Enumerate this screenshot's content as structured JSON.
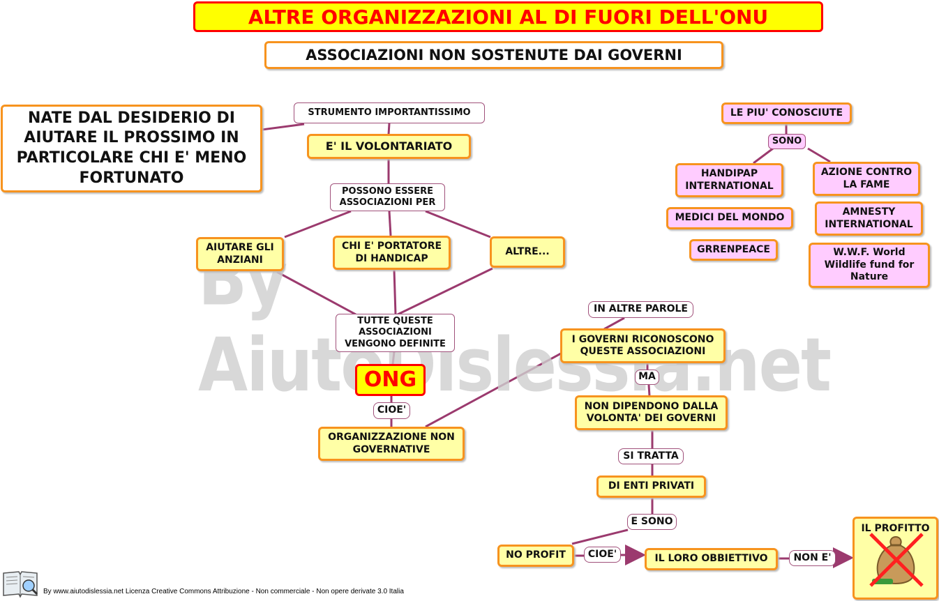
{
  "title": "ALTRE ORGANIZZAZIONI AL DI FUORI DELL'ONU",
  "subtitle": "ASSOCIAZIONI NON SOSTENUTE DAI GOVERNI",
  "nodes": {
    "nate": "NATE DAL DESIDERIO DI AIUTARE IL PROSSIMO IN PARTICOLARE CHI E' MENO FORTUNATO",
    "strumento": "STRUMENTO IMPORTANTISSIMO",
    "volontariato": "E' IL VOLONTARIATO",
    "possono": "POSSONO ESSERE ASSOCIAZIONI PER",
    "anziani": "AIUTARE GLI ANZIANI",
    "handicap": "CHI E' PORTATORE DI HANDICAP",
    "altre": "ALTRE...",
    "tutte": "TUTTE QUESTE ASSOCIAZIONI VENGONO DEFINITE",
    "ong": "ONG",
    "cioe1": "CIOE'",
    "organizzazione": "ORGANIZZAZIONE NON GOVERNATIVE",
    "altreparole": "IN ALTRE PAROLE",
    "governi": "I GOVERNI  RICONOSCONO QUESTE ASSOCIAZIONI",
    "ma": "MA",
    "nondipendono": "NON DIPENDONO DALLA VOLONTA' DEI GOVERNI",
    "sitratta": "SI TRATTA",
    "enti": "DI ENTI PRIVATI",
    "esono": "E SONO",
    "noprofit": "NO PROFIT",
    "cioe2": "CIOE'",
    "obbiettivo": "IL LORO OBBIETTIVO",
    "none": "NON E'",
    "profitto": "IL PROFITTO",
    "conosciute": "LE PIU' CONOSCIUTE",
    "sono": "SONO",
    "handipap": "HANDIPAP INTERNATIONAL",
    "azione": "AZIONE CONTRO LA FAME",
    "medici": "MEDICI DEL MONDO",
    "amnesty": "AMNESTY INTERNATIONAL",
    "greenpeace": "GRRENPEACE",
    "wwf": "W.W.F. World Wildlife fund for Nature"
  },
  "watermark": "By AiutoDislessia.net",
  "footer": "By www.aiutodislessia.net Licenza Creative Commons Attribuzione - Non commerciale - Non opere derivate 3.0 Italia",
  "colors": {
    "title_bg": "#ffff00",
    "title_border": "#ff0000",
    "title_text": "#ff0000",
    "node_bg": "#ffffa6",
    "node_border": "#f7931e",
    "pink_bg": "#ffccff",
    "line": "#9b3a6e"
  }
}
